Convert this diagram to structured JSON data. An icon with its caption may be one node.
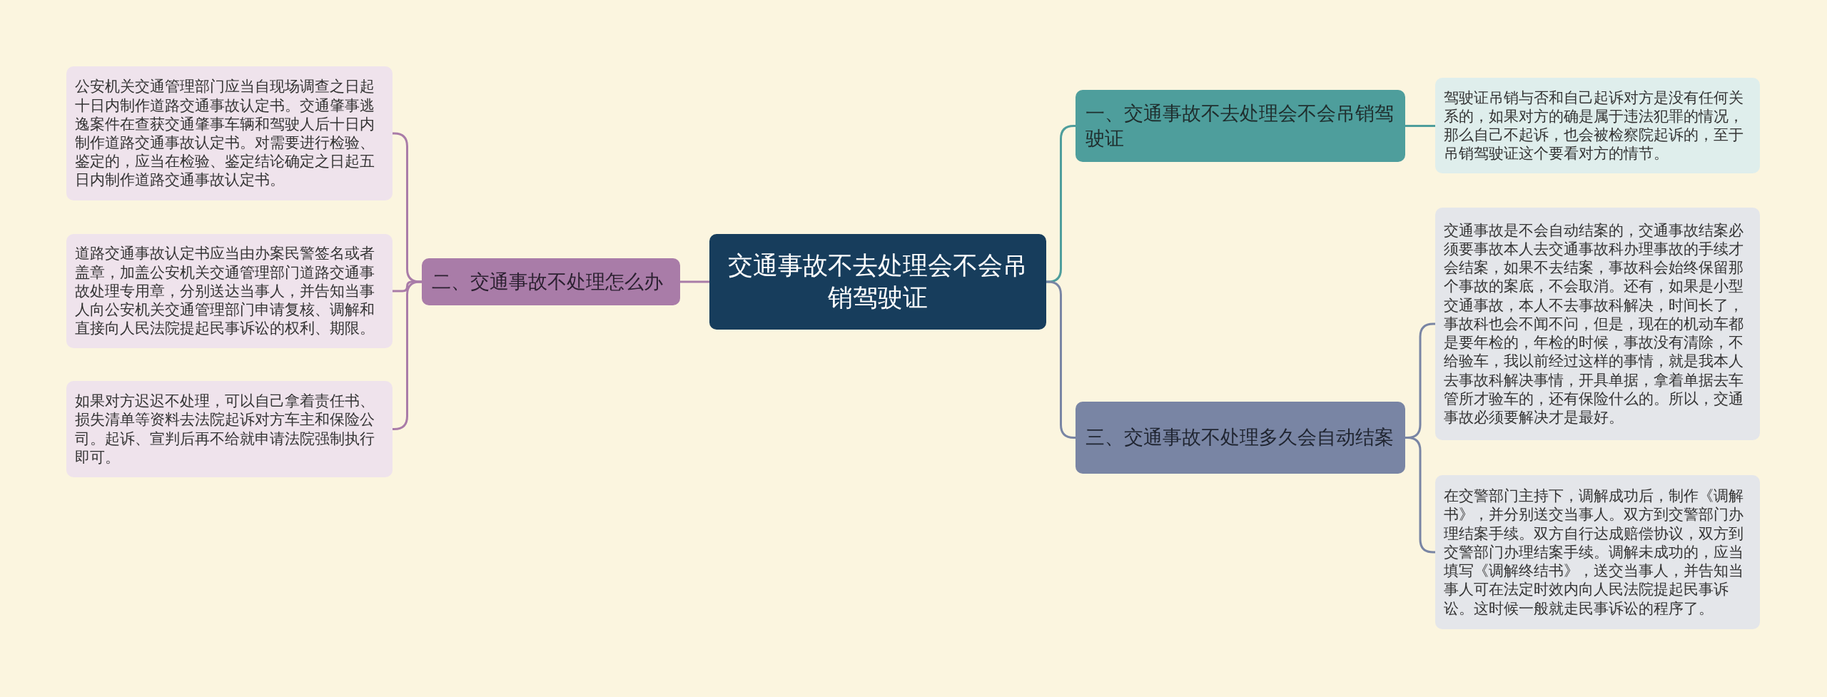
{
  "diagram": {
    "nodes": [
      {
        "text": [
          "交通事故不去处理会不会吊销驾驶证"
        ]
      },
      {
        "text": [
          "一、交通事故不去处理会不会吊销驾驶证"
        ]
      },
      {
        "text": [
          "驾驶证吊销与否和自己起诉对方是没有任何关系的，如果对方的确是属于违法犯罪的情况，那么自己不起诉，也会被检察院起诉的，至于吊销驾驶证这个要看对方的情节。"
        ]
      },
      {
        "text": [
          "二、交通事故不处理怎么办"
        ]
      },
      {
        "text": [
          "公安机关交通管理部门应当自现场调查之日起十日内制作道路交通事故认定书。交通肇事逃逸案件在查获交通肇事车辆和驾驶人后十日内制作道路交通事故认定书。对需要进行检验、鉴定的，应当在检验、鉴定结论确定之日起五日内制作道路交通事故认定书。"
        ]
      },
      {
        "text": [
          "道路交通事故认定书应当由办案民警签名或者盖章，加盖公安机关交通管理部门道路交通事故处理专用章，分别送达当事人，并告知当事人向公安机关交通管理部门申请复核、调解和直接向人民法院提起民事诉讼的权利、期限。"
        ]
      },
      {
        "text": [
          "如果对方迟迟不处理，可以自己拿着责任书、损失清单等资料去法院起诉对方车主和保险公司。起诉、宣判后再不给就申请法院强制执行即可。"
        ]
      },
      {
        "text": [
          "三、交通事故不处理多久会自动结案"
        ]
      },
      {
        "text": [
          "交通事故是不会自动结案的，交通事故结案必须要事故本人去交通事故科办理事故的手续才会结案，如果不去结案，事故科会始终保留那个事故的案底，不会取消。还有，如果是小型交通事故，本人不去事故科解决，时间长了，事故科也会不闻不问，但是，现在的机动车都是要年检的，年检的时候，事故没有清除，不给验车，我以前经过这样的事情，就是我本人去事故科解决事情，开具单据，拿着单据去车管所才验车的，还有保险什么的。所以，交通事故必须要解决才是最好。"
        ]
      },
      {
        "text": [
          "在交警部门主持下，调解成功后，制作《调解书》，并分别送交当事人。双方到交警部门办理结案手续。双方自行达成赔偿协议，双方到交警部门办理结案手续。调解未成功的，应当填写《调解终结书》，送交当事人，并告知当事人可在法定时效内向人民法院提起民事诉讼。这时候一般就走民事诉讼的程序了。"
        ]
      }
    ],
    "edges": [
      {
        "from": 0,
        "to": 1,
        "arrow": "none",
        "color": "#4e9e9c"
      },
      {
        "from": 1,
        "to": 2,
        "arrow": "none",
        "color": "#4e9e9c"
      },
      {
        "from": 0,
        "to": 3,
        "arrow": "none",
        "color": "#a97ca8"
      },
      {
        "from": 3,
        "to": 4,
        "arrow": "none",
        "color": "#a97ca8"
      },
      {
        "from": 3,
        "to": 5,
        "arrow": "none",
        "color": "#a97ca8"
      },
      {
        "from": 3,
        "to": 6,
        "arrow": "none",
        "color": "#a97ca8"
      },
      {
        "from": 0,
        "to": 7,
        "arrow": "none",
        "color": "#7985a4"
      },
      {
        "from": 7,
        "to": 8,
        "arrow": "none",
        "color": "#7985a4"
      },
      {
        "from": 7,
        "to": 9,
        "arrow": "none",
        "color": "#7985a4"
      }
    ]
  }
}
